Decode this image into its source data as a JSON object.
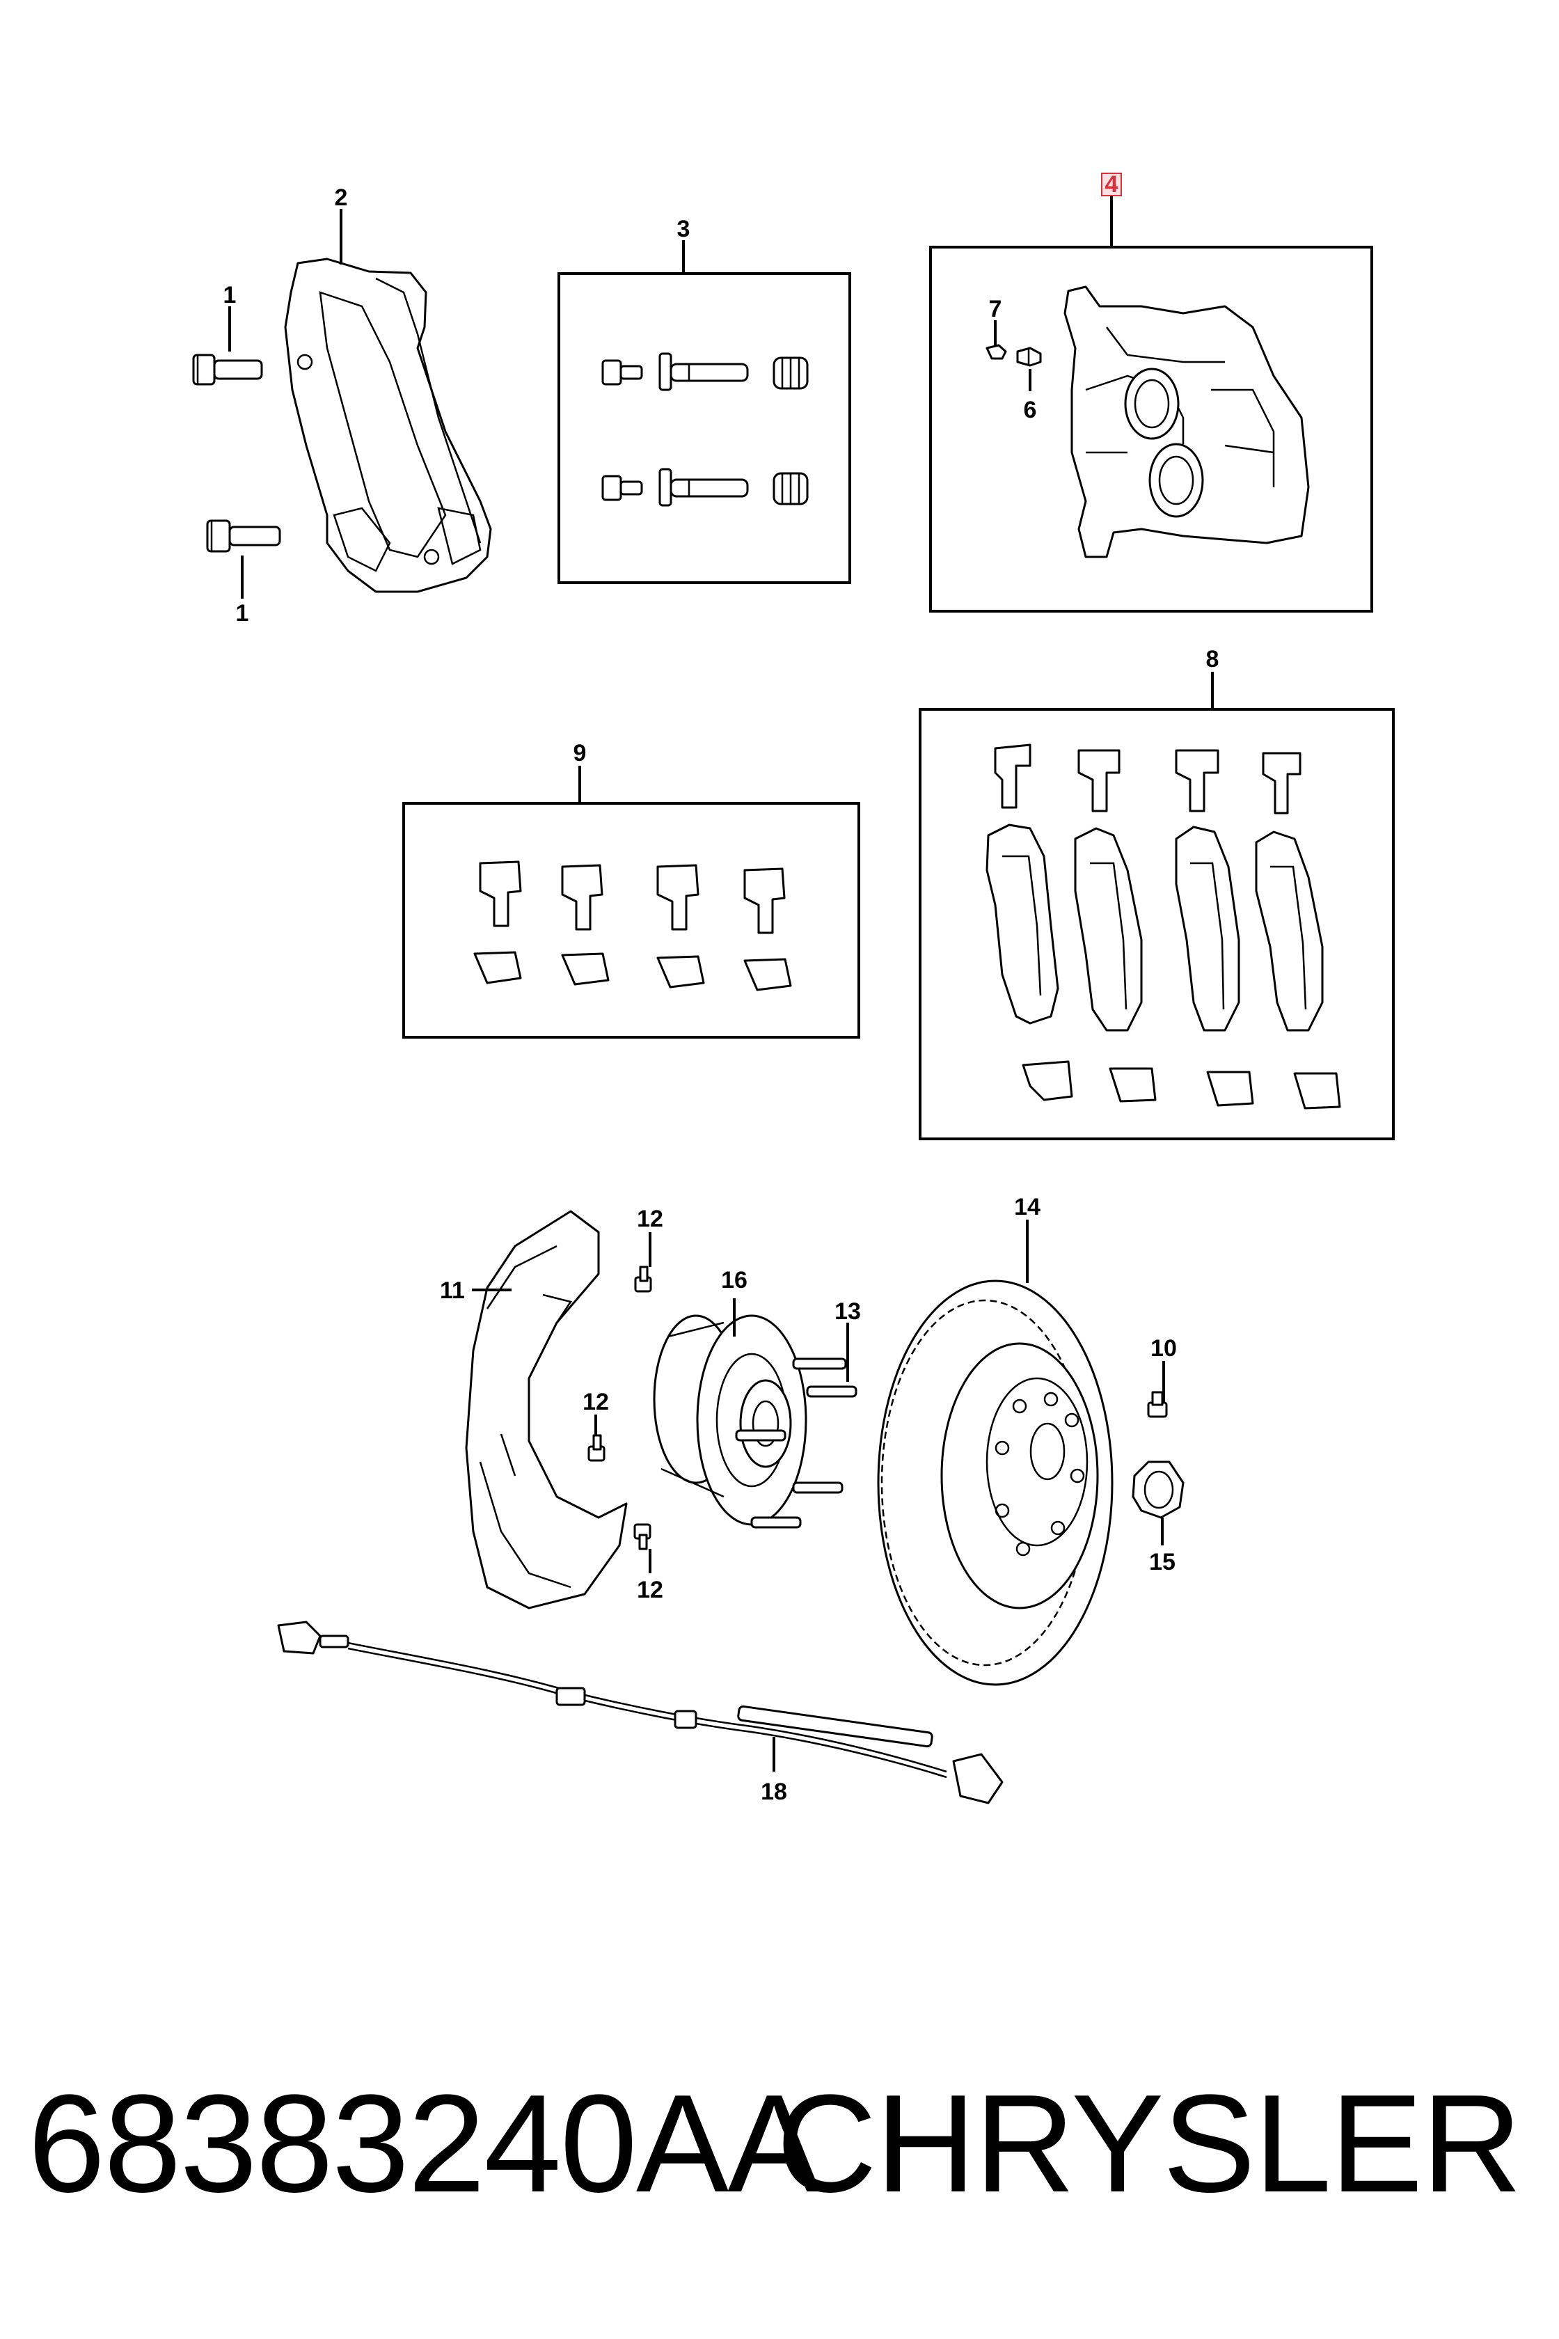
{
  "callouts": {
    "c1a": "1",
    "c1b": "1",
    "c2": "2",
    "c3": "3",
    "c4": "4",
    "c6": "6",
    "c7": "7",
    "c8": "8",
    "c9": "9",
    "c10": "10",
    "c11": "11",
    "c12a": "12",
    "c12b": "12",
    "c12c": "12",
    "c13": "13",
    "c14": "14",
    "c15": "15",
    "c16": "16",
    "c18": "18"
  },
  "highlight_color": "#d9303a",
  "footer": {
    "part_number": "68383240AA",
    "brand": "CHRYSLER"
  }
}
